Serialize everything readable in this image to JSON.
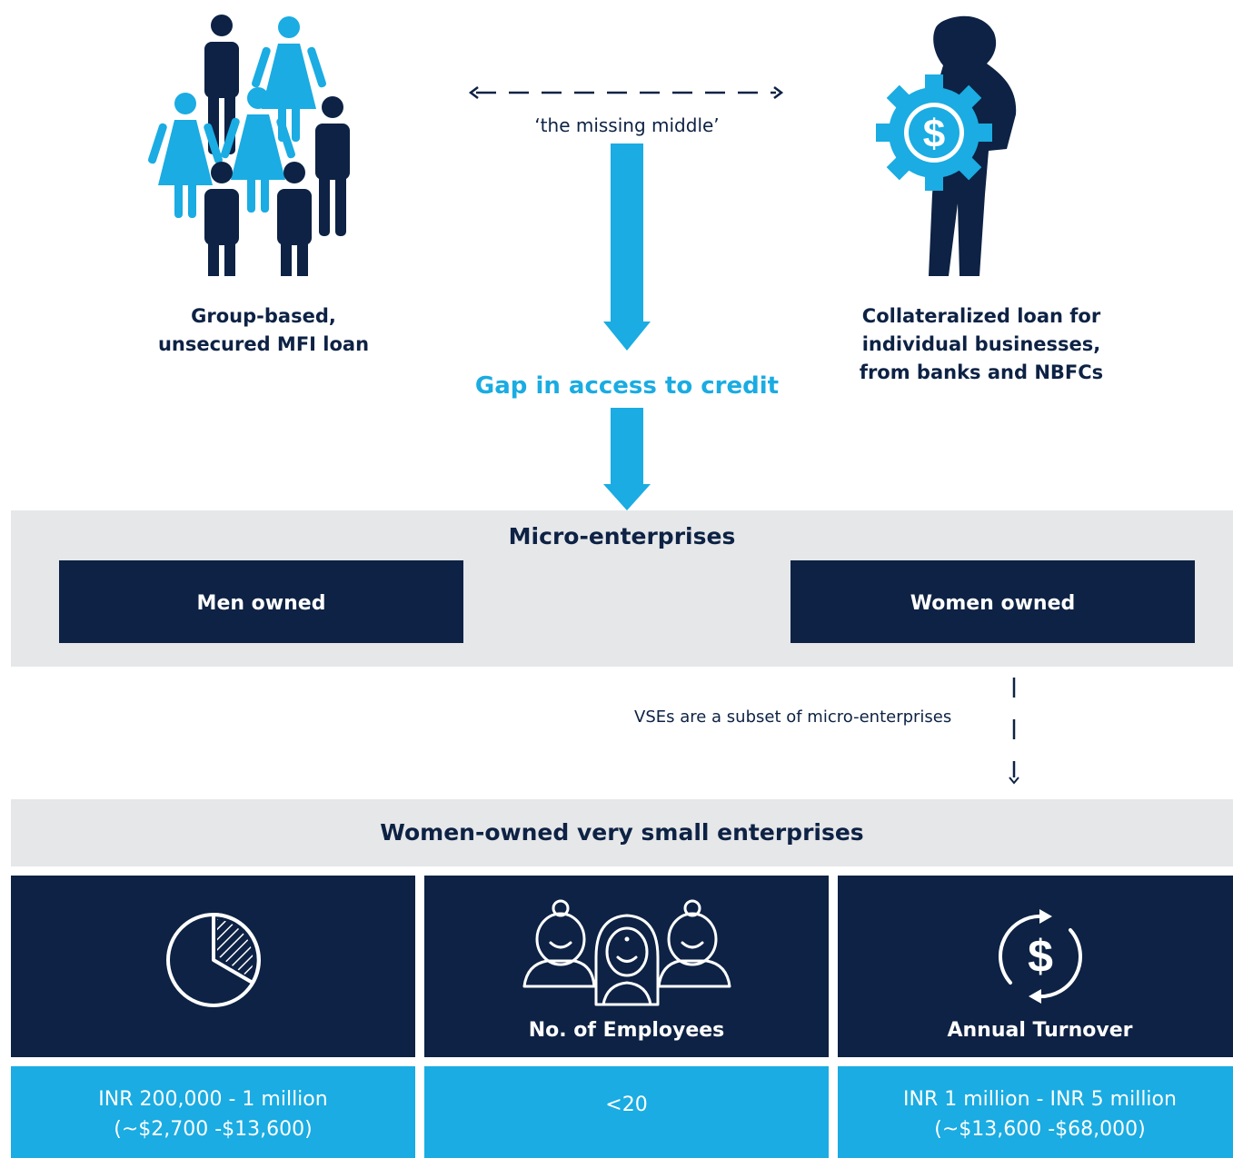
{
  "top": {
    "left_caption": [
      "Group-based,",
      "unsecured MFI loan"
    ],
    "right_caption": [
      "Collateralized loan for",
      "individual businesses,",
      "from banks and NBFCs"
    ],
    "missing_middle": "‘the missing middle’",
    "gap_text": "Gap in access to credit",
    "icons": [
      "group-people-icon",
      "person-with-dollar-gear-icon"
    ]
  },
  "micro": {
    "title": "Micro-enterprises",
    "men": "Men owned",
    "women": "Women owned"
  },
  "subset_note": "VSEs are a subset of micro-enterprises",
  "vse": {
    "title": "Women-owned very small enterprises",
    "columns": [
      {
        "icon": "pie-chart-icon",
        "label": "",
        "value_lines": [
          "INR 200,000 - 1 million",
          "(~$2,700 -$13,600)"
        ]
      },
      {
        "icon": "women-group-icon",
        "label": "No. of Employees",
        "value_lines": [
          "<20"
        ]
      },
      {
        "icon": "dollar-cycle-icon",
        "label": "Annual Turnover",
        "value_lines": [
          "INR 1 million - INR 5 million",
          "(~$13,600 -$68,000)"
        ]
      }
    ]
  },
  "colors": {
    "navy": "#0d2244",
    "blue": "#1aace2",
    "grey": "#e6e7e9"
  }
}
